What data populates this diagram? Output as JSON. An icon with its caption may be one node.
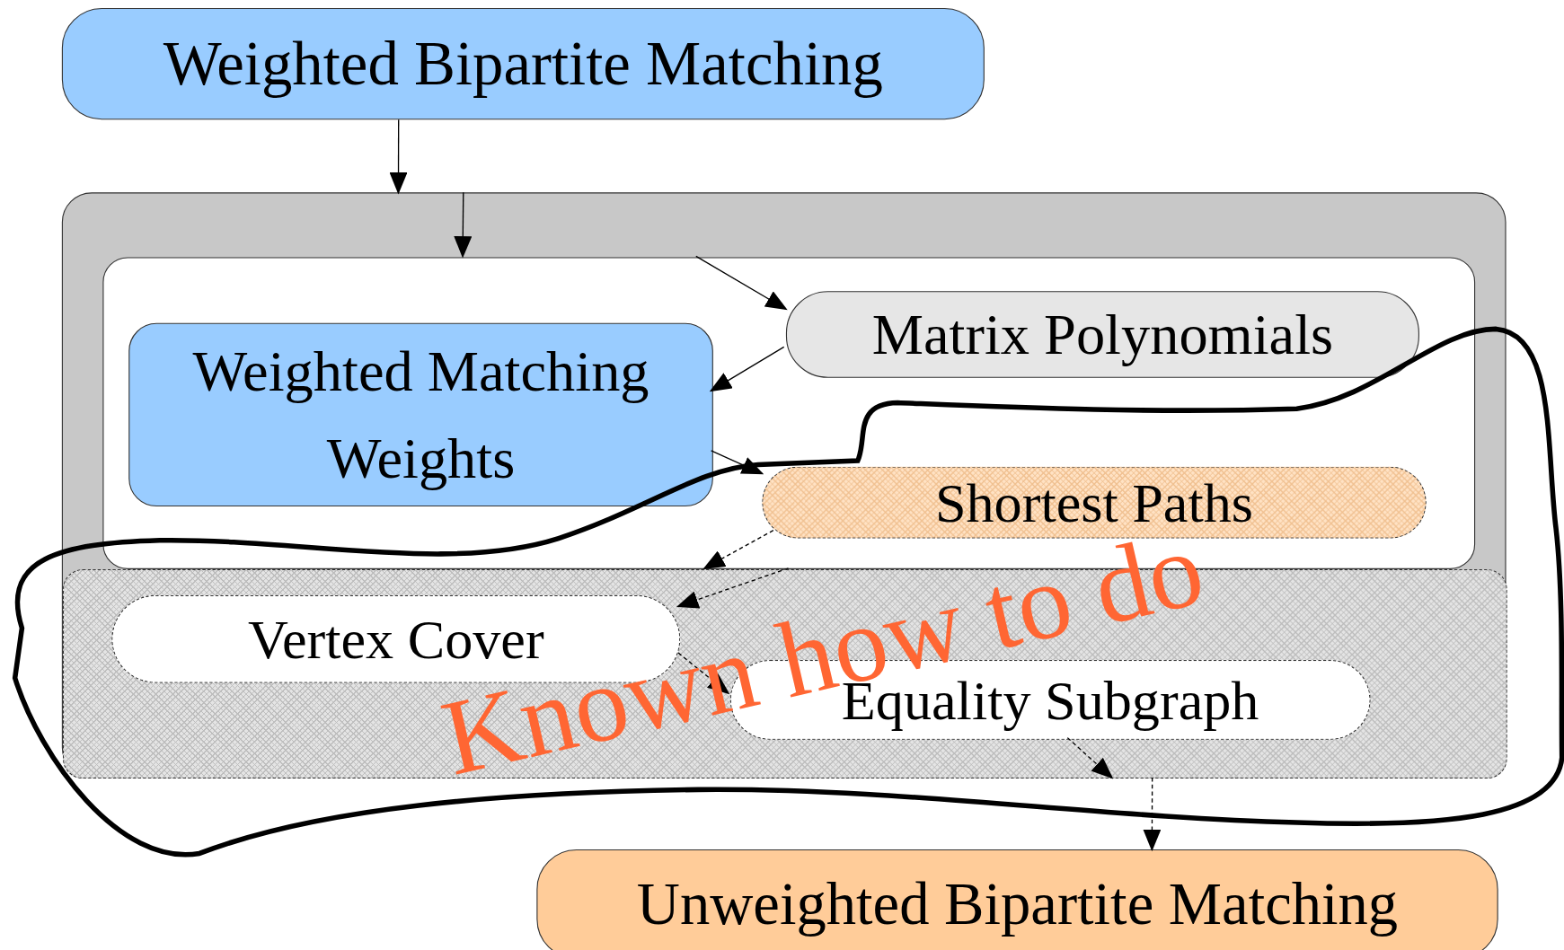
{
  "diagram": {
    "nodes": [
      {
        "text": [
          "Weighted Bipartite Matching"
        ]
      },
      {
        "text": [],
        "shape": "box"
      },
      {
        "text": [],
        "shape": "box",
        "in": 1
      },
      {
        "text": [
          "Matrix Polynomials"
        ],
        "in": 2
      },
      {
        "text": [
          "Weighted Matching Weights"
        ],
        "in": 2
      },
      {
        "text": [
          "Shortest Paths"
        ],
        "in": 2
      },
      {
        "text": [],
        "shape": "box",
        "in": 1
      },
      {
        "text": [
          "Vertex Cover"
        ],
        "in": 6
      },
      {
        "text": [
          "Equality Subgraph"
        ],
        "in": 6
      },
      {
        "text": [
          "Unweighted Bipartite Matching"
        ]
      }
    ],
    "edges": [
      {
        "from": 0,
        "to": 1,
        "arrow": "to"
      },
      {
        "from": 1,
        "to": 2,
        "arrow": "to"
      },
      {
        "from": 2,
        "to": 3,
        "arrow": "to"
      },
      {
        "from": 3,
        "to": 4,
        "arrow": "to"
      },
      {
        "from": 4,
        "to": 5,
        "arrow": "to"
      },
      {
        "from": 5,
        "to": 6,
        "arrow": "to",
        "style": "dashed"
      },
      {
        "from": 6,
        "to": 7,
        "arrow": "to",
        "style": "dashed"
      },
      {
        "from": 7,
        "to": 8,
        "arrow": "to",
        "style": "dashed"
      },
      {
        "from": 8,
        "to": 6,
        "arrow": "to",
        "style": "dashed"
      },
      {
        "from": 6,
        "to": 9,
        "arrow": "to",
        "style": "dashed"
      }
    ],
    "labels": [
      "Known how to do"
    ]
  }
}
